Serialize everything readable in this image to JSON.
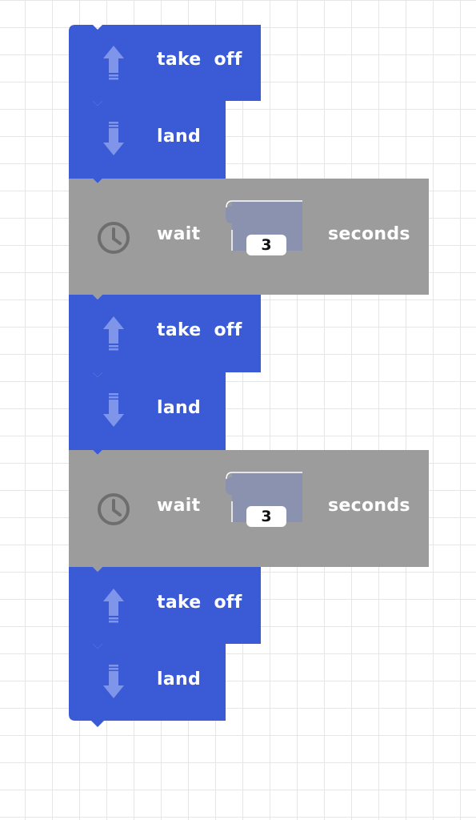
{
  "program": {
    "blocks": [
      {
        "type": "take_off",
        "label": "take  off",
        "icon": "arrow-up-icon"
      },
      {
        "type": "land",
        "label": "land",
        "icon": "arrow-down-icon"
      },
      {
        "type": "wait",
        "label": "wait",
        "value": "3",
        "unit": "seconds",
        "icon": "clock-icon"
      },
      {
        "type": "take_off",
        "label": "take  off",
        "icon": "arrow-up-icon"
      },
      {
        "type": "land",
        "label": "land",
        "icon": "arrow-down-icon"
      },
      {
        "type": "wait",
        "label": "wait",
        "value": "3",
        "unit": "seconds",
        "icon": "clock-icon"
      },
      {
        "type": "take_off",
        "label": "take  off",
        "icon": "arrow-up-icon"
      },
      {
        "type": "land",
        "label": "land",
        "icon": "arrow-down-icon"
      }
    ]
  },
  "colors": {
    "motion_block": "#3b5bd6",
    "wait_block": "#9c9c9c",
    "number_slot": "#8a92b0",
    "icon_motion": "#7f95ea",
    "icon_wait": "#6e6e6e",
    "grid": "#e6e6e6"
  }
}
